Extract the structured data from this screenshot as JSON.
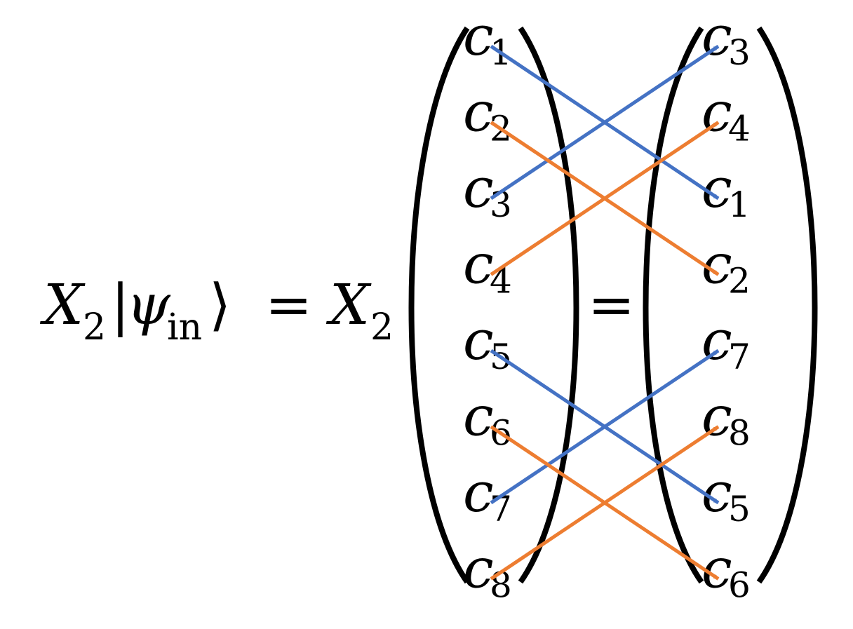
{
  "equation": {
    "lhs_operator": "X",
    "lhs_operator_sub": "2",
    "ket_symbol": "ψ",
    "ket_sub": "in",
    "bar": "|",
    "rangle": "⟩",
    "equals": "=",
    "rhs_operator": "X",
    "rhs_operator_sub": "2",
    "middle_equals": "="
  },
  "left_vector": [
    {
      "base": "c",
      "sub": "1"
    },
    {
      "base": "c",
      "sub": "2"
    },
    {
      "base": "c",
      "sub": "3"
    },
    {
      "base": "c",
      "sub": "4"
    },
    {
      "base": "c",
      "sub": "5"
    },
    {
      "base": "c",
      "sub": "6"
    },
    {
      "base": "c",
      "sub": "7"
    },
    {
      "base": "c",
      "sub": "8"
    }
  ],
  "right_vector": [
    {
      "base": "c",
      "sub": "3"
    },
    {
      "base": "c",
      "sub": "4"
    },
    {
      "base": "c",
      "sub": "1"
    },
    {
      "base": "c",
      "sub": "2"
    },
    {
      "base": "c",
      "sub": "7"
    },
    {
      "base": "c",
      "sub": "8"
    },
    {
      "base": "c",
      "sub": "5"
    },
    {
      "base": "c",
      "sub": "6"
    }
  ],
  "arrows": [
    {
      "from": 1,
      "to": 3,
      "color": "#4472C4"
    },
    {
      "from": 3,
      "to": 1,
      "color": "#4472C4"
    },
    {
      "from": 2,
      "to": 4,
      "color": "#ED7D31"
    },
    {
      "from": 4,
      "to": 2,
      "color": "#ED7D31"
    },
    {
      "from": 5,
      "to": 7,
      "color": "#4472C4"
    },
    {
      "from": 7,
      "to": 5,
      "color": "#4472C4"
    },
    {
      "from": 6,
      "to": 8,
      "color": "#ED7D31"
    },
    {
      "from": 8,
      "to": 6,
      "color": "#ED7D31"
    }
  ],
  "colors": {
    "blue": "#4472C4",
    "orange": "#ED7D31",
    "ink": "#000000"
  }
}
